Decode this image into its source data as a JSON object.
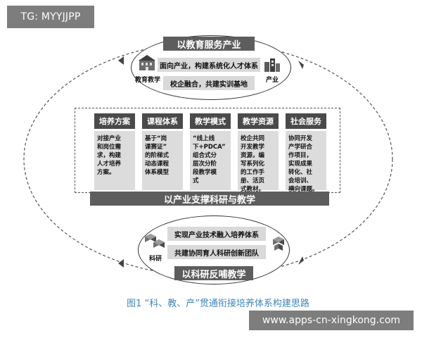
{
  "overlays": {
    "tag_top": "TG: MYYJJPP",
    "tag_bottom": "www.apps-cn-xingkong.com"
  },
  "top_section": {
    "banner": "以教育服务产业",
    "line1": "面向产业，构建系统化人才体系",
    "line2": "校企融合，共建实训基地",
    "left_icon_label": "教育教学",
    "right_icon_label": "产业"
  },
  "middle_section": {
    "columns": [
      {
        "title": "培养方案",
        "body": "对接产业\n和岗位需\n求，构建\n人才培养\n方案。"
      },
      {
        "title": "课程体系",
        "body": "基于“岗\n课赛证”\n的阶梯式\n动态课程\n体系模型"
      },
      {
        "title": "教学模式",
        "body": "“线上线\n下+PDCA”\n组合式分\n层次分阶\n段教学模\n式"
      },
      {
        "title": "教学资源",
        "body": "校企共同\n开发教学\n资源，编\n写系列化\n的工作手\n册、活页\n式教材。"
      },
      {
        "title": "社会服务",
        "body": "协同开发\n产学研合\n作项目，\n实现成果\n转化、社\n会培训、\n横向课题。"
      }
    ],
    "banner": "以产业支撑科研与教学"
  },
  "bottom_section": {
    "line1": "实现产业技术融入培养体系",
    "line2": "共建协同育人科研创新团队",
    "left_icon_label": "科研",
    "banner": "以科研反哺教学"
  },
  "caption": "图1 “科、教、产”贯通衔接培养体系构建思路",
  "colors": {
    "banner_dark": "#5d5d5d",
    "header_dark": "#4a4a4a",
    "box_gray": "#d9d9d9",
    "caption_blue": "#3f86b9",
    "overlay_gray": "#7d7d7d"
  }
}
